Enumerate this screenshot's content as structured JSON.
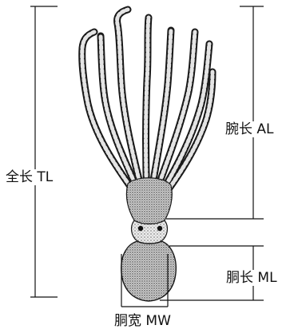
{
  "labels": {
    "total_length": "全长 TL",
    "arm_length": "腕长 AL",
    "mantle_length": "胴长 ML",
    "mantle_width": "胴宽 MW"
  },
  "colors": {
    "ink": "#111111",
    "body_fill": "#ececec",
    "stipple": "#2a2a2a",
    "background": "#ffffff"
  }
}
